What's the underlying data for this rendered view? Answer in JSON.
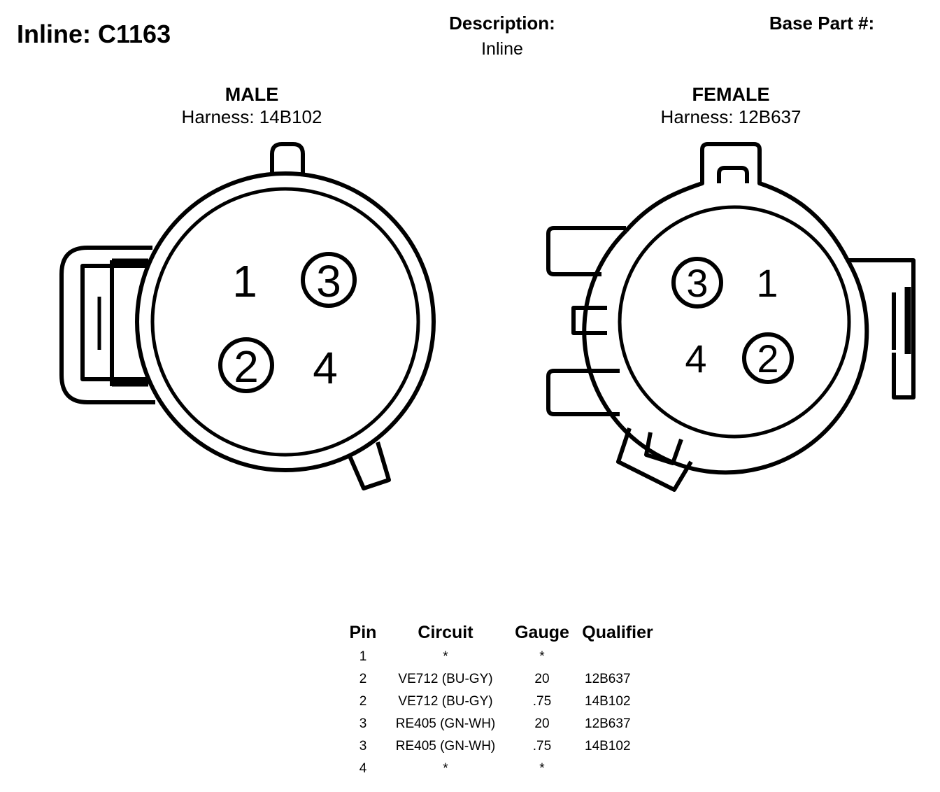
{
  "header": {
    "title": "Inline: C1163",
    "description_label": "Description:",
    "description_value": "Inline",
    "base_part_label": "Base Part #:"
  },
  "male": {
    "label": "MALE",
    "harness": "Harness: 14B102",
    "pins": [
      "1",
      "2",
      "3",
      "4"
    ]
  },
  "female": {
    "label": "FEMALE",
    "harness": "Harness: 12B637",
    "pins": [
      "1",
      "2",
      "3",
      "4"
    ]
  },
  "pin_table": {
    "headers": [
      "Pin",
      "Circuit",
      "Gauge",
      "Qualifier"
    ],
    "rows": [
      {
        "pin": "1",
        "circuit": "*",
        "gauge": "*",
        "qualifier": ""
      },
      {
        "pin": "2",
        "circuit": "VE712 (BU-GY)",
        "gauge": "20",
        "qualifier": "12B637"
      },
      {
        "pin": "2",
        "circuit": "VE712 (BU-GY)",
        "gauge": ".75",
        "qualifier": "14B102"
      },
      {
        "pin": "3",
        "circuit": "RE405 (GN-WH)",
        "gauge": "20",
        "qualifier": "12B637"
      },
      {
        "pin": "3",
        "circuit": "RE405 (GN-WH)",
        "gauge": ".75",
        "qualifier": "14B102"
      },
      {
        "pin": "4",
        "circuit": "*",
        "gauge": "*",
        "qualifier": ""
      }
    ]
  }
}
